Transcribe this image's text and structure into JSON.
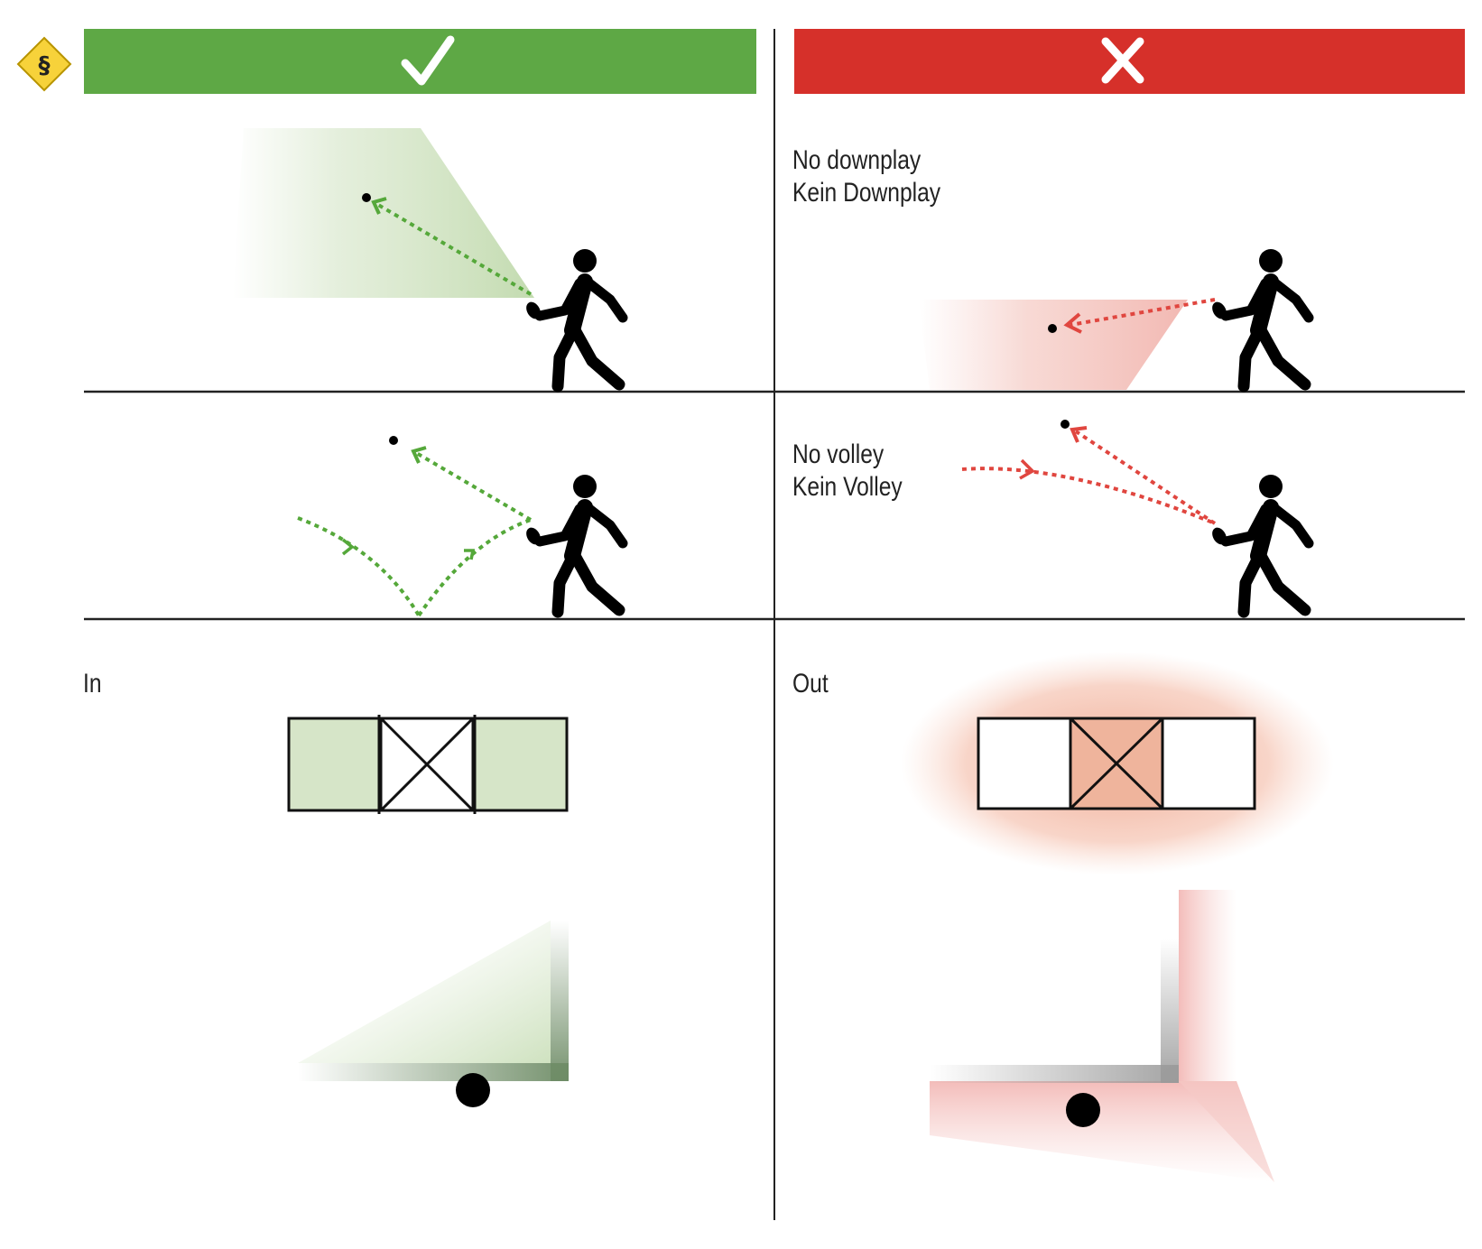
{
  "rule_badge": {
    "glyph": "§",
    "color": "#f7d23a"
  },
  "columns": {
    "allowed": {
      "color": "#5ea845",
      "icon": "check-icon"
    },
    "forbidden": {
      "color": "#d6302a",
      "icon": "cross-icon"
    }
  },
  "rows": [
    {
      "allowed_label": "",
      "forbidden_label_en": "No downplay",
      "forbidden_label_de": "Kein Downplay"
    },
    {
      "allowed_label": "",
      "forbidden_label_en": "No volley",
      "forbidden_label_de": "Kein Volley"
    },
    {
      "allowed_label": "In",
      "forbidden_label": "Out"
    }
  ],
  "colors": {
    "green_arrow": "#55a83a",
    "red_arrow": "#e0463f",
    "green_fill": "#d6e5c8",
    "red_fill": "#f0b7a0"
  }
}
